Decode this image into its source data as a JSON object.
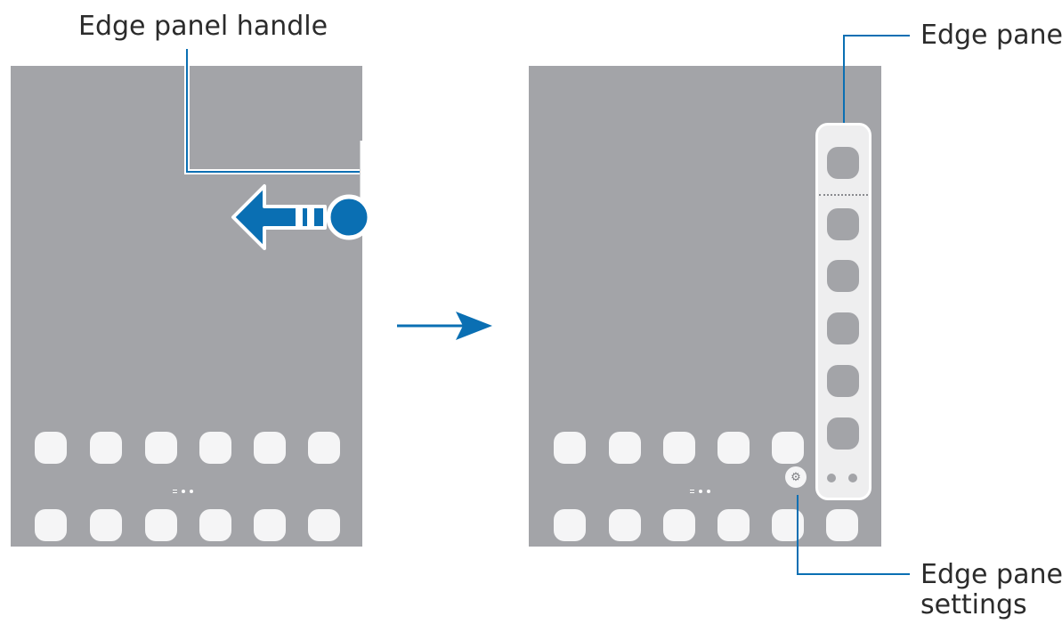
{
  "labels": {
    "edge_panel_handle": "Edge panel handle",
    "edge_panel": "Edge panel",
    "edge_panel_settings_line1": "Edge panel",
    "edge_panel_settings_line2": "settings"
  },
  "icons": {
    "settings": "gear-icon",
    "swipe_arrow": "swipe-left-arrow-icon",
    "transition_arrow": "arrow-right-icon"
  },
  "colors": {
    "screen": "#a3a4a8",
    "accent": "#0a6fb3",
    "app_icon": "#f5f5f6",
    "panel": "#eeeeef"
  }
}
